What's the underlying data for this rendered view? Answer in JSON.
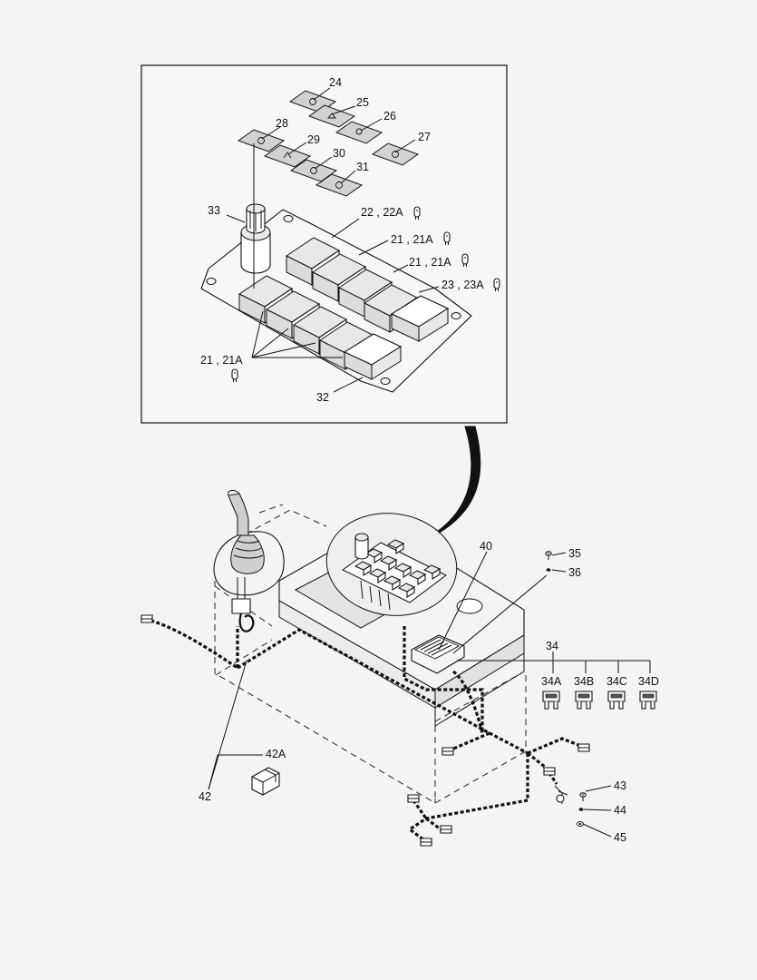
{
  "callouts": {
    "c24": "24",
    "c25": "25",
    "c26": "26",
    "c27": "27",
    "c28": "28",
    "c29": "29",
    "c30": "30",
    "c31": "31",
    "c33": "33",
    "c22": "22 , 22A",
    "c21a": "21 , 21A",
    "c21b": "21 , 21A",
    "c23": "23 , 23A",
    "c21c": "21 , 21A",
    "c32": "32",
    "c40": "40",
    "c35": "35",
    "c36": "36",
    "c34": "34",
    "c34A": "34A",
    "c34B": "34B",
    "c34C": "34C",
    "c34D": "34D",
    "c42A": "42A",
    "c42": "42",
    "c43": "43",
    "c44": "44",
    "c45": "45"
  },
  "icons": {
    "bulb": "bulb-icon",
    "fuse": "fuse-icon",
    "switch": "rocker-switch-icon",
    "joystick": "joystick-icon"
  },
  "colors": {
    "line": "#111111",
    "background": "#f4f4f4"
  }
}
